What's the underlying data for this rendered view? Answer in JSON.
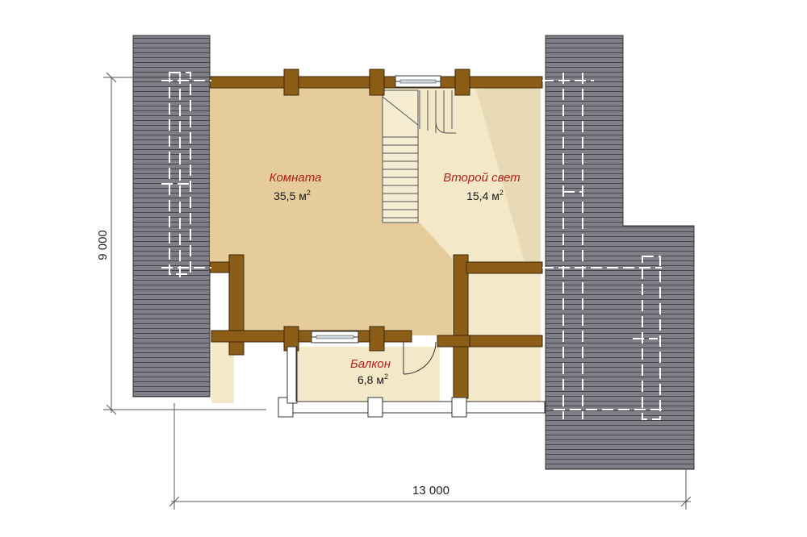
{
  "plan": {
    "colors": {
      "background": "#ffffff",
      "roof": "#7f7f87",
      "roof_lines": "#4a4a52",
      "log_wall": "#8b5d16",
      "room_floor": "#e6cc9a",
      "second_light_floor": "#f3e8c8",
      "balcony_floor": "#f3e8c8",
      "room_label": "#b0201a"
    },
    "rooms": [
      {
        "name": "Комната",
        "area_value": "35,5 м",
        "area_sup": "2"
      },
      {
        "name": "Второй свет",
        "area_value": "15,4 м",
        "area_sup": "2"
      },
      {
        "name": "Балкон",
        "area_value": "6,8 м",
        "area_sup": "2"
      }
    ],
    "dimensions": {
      "width": "13 000",
      "depth": "9 000"
    }
  }
}
